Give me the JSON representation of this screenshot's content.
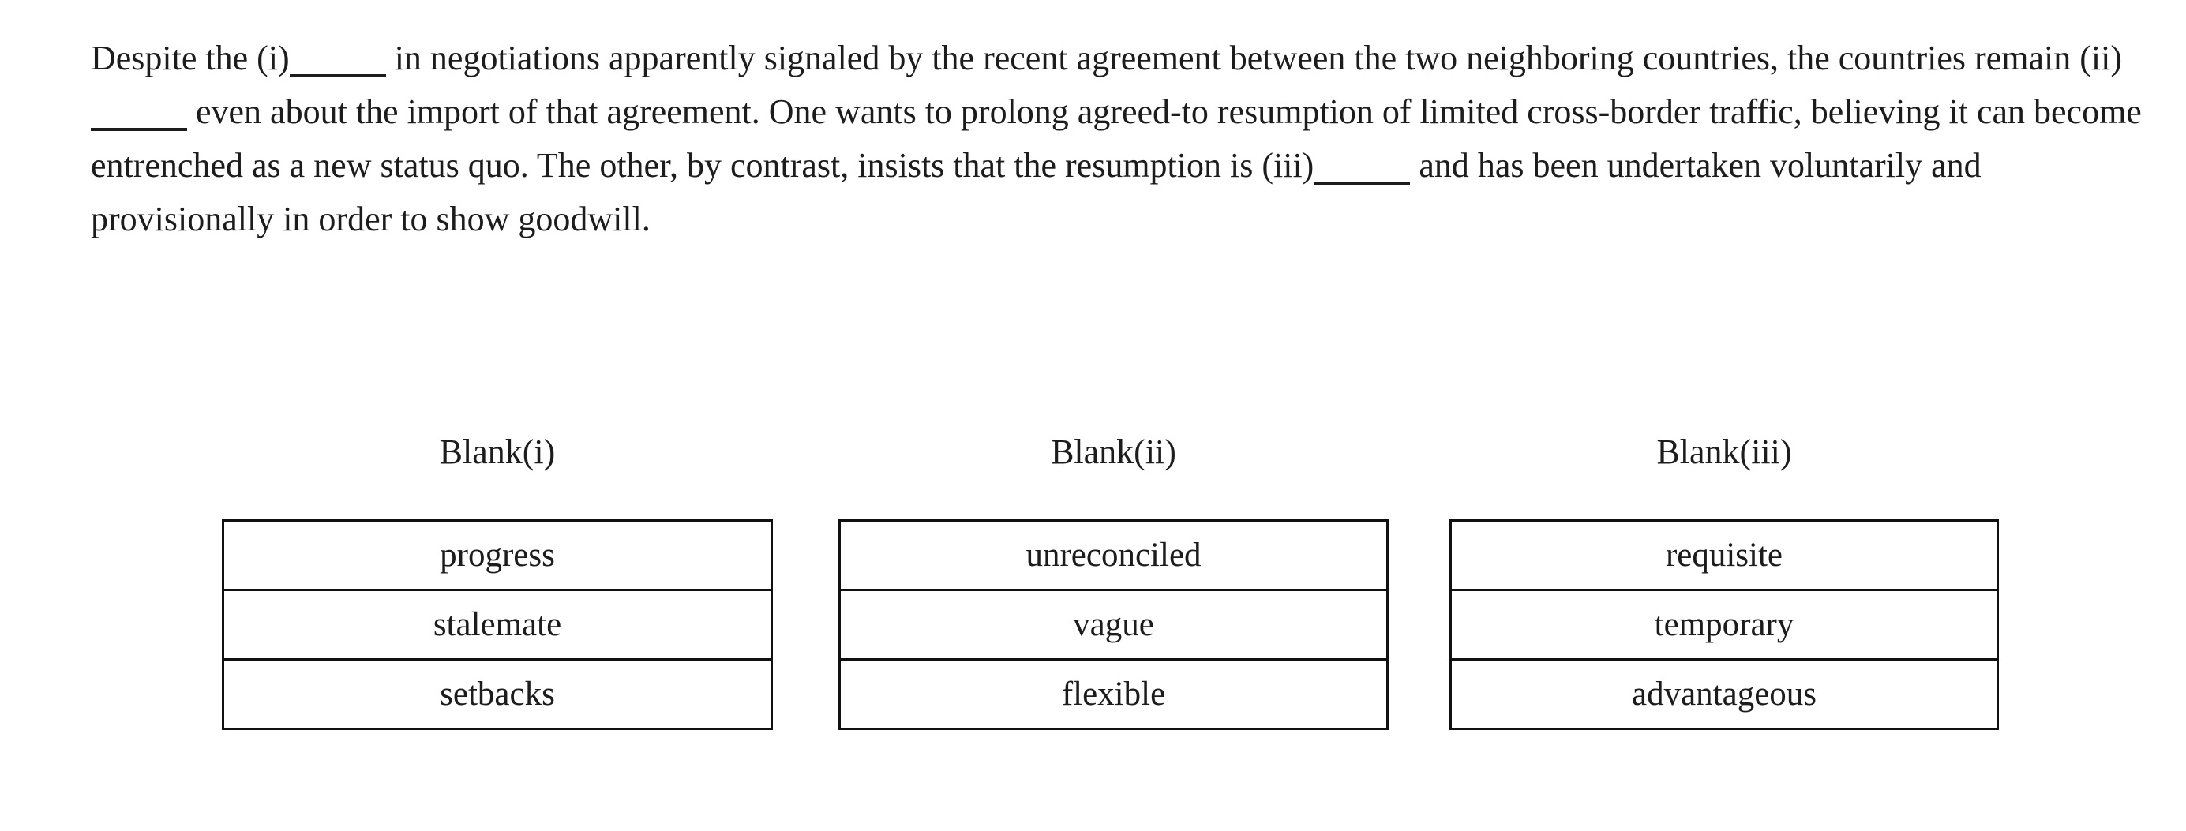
{
  "passage": {
    "segment_1": "Despite the (i)",
    "segment_2": " in negotiations apparently signaled by the recent agreement between the two neighboring countries, the countries remain (ii)",
    "segment_3": " even about the import of that agreement. One wants to prolong agreed-to resumption of limited cross-border traffic, believing it can become entrenched as a new status quo. The other, by contrast, insists that the resumption is (iii)",
    "segment_4": " and has been undertaken voluntarily and provisionally in order to show goodwill."
  },
  "answer_columns": [
    {
      "label": "Blank(i)",
      "options": [
        "progress",
        "stalemate",
        "setbacks"
      ]
    },
    {
      "label": "Blank(ii)",
      "options": [
        "unreconciled",
        "vague",
        "flexible"
      ]
    },
    {
      "label": "Blank(iii)",
      "options": [
        "requisite",
        "temporary",
        "advantageous"
      ]
    }
  ],
  "colors": {
    "text": "#1c1c1c",
    "table_border": "#111111",
    "background": "#ffffff"
  }
}
